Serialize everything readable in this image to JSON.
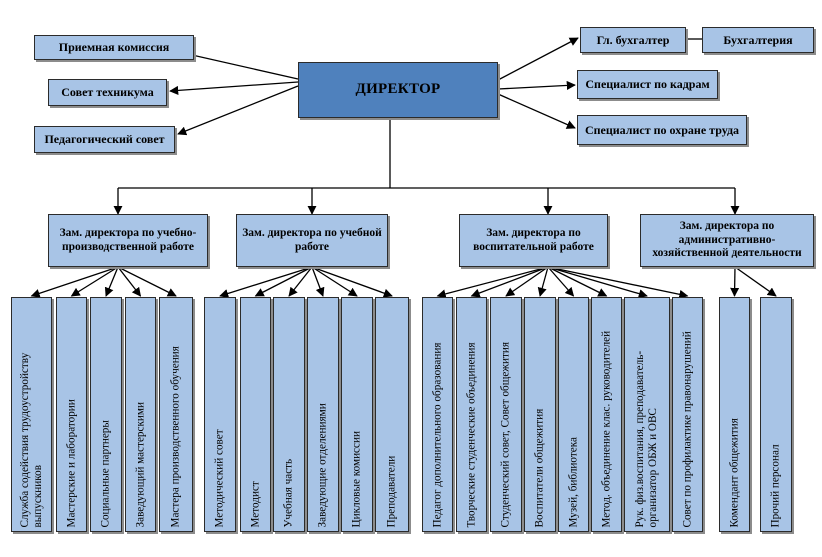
{
  "director": "ДИРЕКТОР",
  "left_units": [
    "Приемная комиссия",
    "Совет техникума",
    "Педагогический совет"
  ],
  "right_units": {
    "chief_accountant": "Гл. бухгалтер",
    "accounting": "Бухгалтерия",
    "hr": "Специалист по кадрам",
    "labor_safety": "Специалист по охране труда"
  },
  "deputies": [
    {
      "title": "Зам. директора по учебно-производственной работе",
      "units": [
        "Служба содействия трудоустройству выпускников",
        "Мастерские и лаборатории",
        "Социальные партнеры",
        "Заведующий мастерскими",
        "Мастера производственного обучения"
      ]
    },
    {
      "title": "Зам. директора по учебной работе",
      "units": [
        "Методический совет",
        "Методист",
        "Учебная часть",
        "Заведующие отделениями",
        "Цикловые комиссии",
        "Преподаватели"
      ]
    },
    {
      "title": "Зам. директора по воспитательной работе",
      "units": [
        "Педагог дополнительного образования",
        "Творческие студенческие объединения",
        "Студенческий совет, Совет общежития",
        "Воспитатели общежития",
        "Музей, библиотека",
        "Метод. объединение клас. руководителей",
        "Рук. физ.воспитания, преподаватель-организатор ОБЖ и ОВС",
        "Совет по профилактике правонарушений"
      ]
    },
    {
      "title": "Зам. директора по административно-хозяйственной деятельности",
      "units": [
        "Комендант общежития",
        "Прочий персонал"
      ]
    }
  ]
}
